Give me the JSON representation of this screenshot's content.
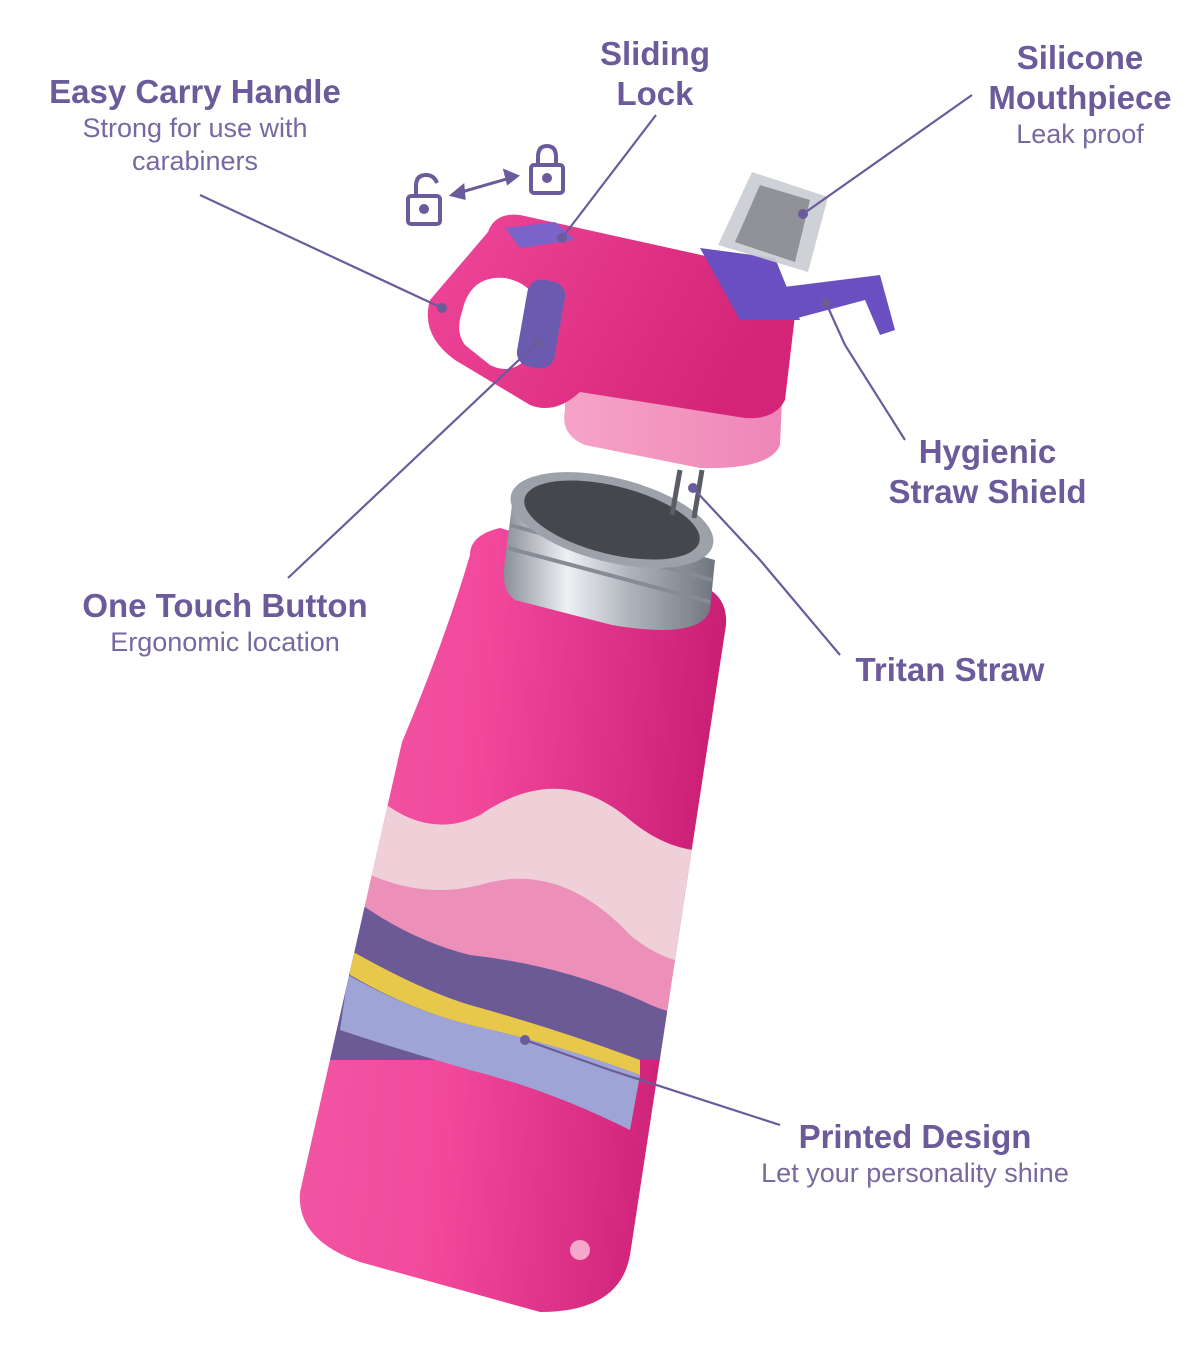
{
  "callouts": {
    "handle": {
      "title": "Easy Carry Handle",
      "desc": "Strong for use with\ncarabiners"
    },
    "lock": {
      "title": "Sliding\nLock",
      "desc": ""
    },
    "mouth": {
      "title": "Silicone\nMouthpiece",
      "desc": "Leak proof"
    },
    "button": {
      "title": "One Touch Button",
      "desc": "Ergonomic location"
    },
    "shield": {
      "title": "Hygienic\nStraw Shield",
      "desc": ""
    },
    "straw": {
      "title": "Tritan Straw",
      "desc": ""
    },
    "design": {
      "title": "Printed Design",
      "desc": "Let your personality shine"
    }
  },
  "colors": {
    "label": "#6b5b9a",
    "bottle_pink": "#f0409a",
    "lid_pink": "#e9328a",
    "accent_purple": "#6e56c0",
    "stripe_yellow": "#e8c84a",
    "steel": "#b8bcc4"
  },
  "icons": [
    "lock-open-icon",
    "lock-closed-icon",
    "double-arrow-icon"
  ]
}
